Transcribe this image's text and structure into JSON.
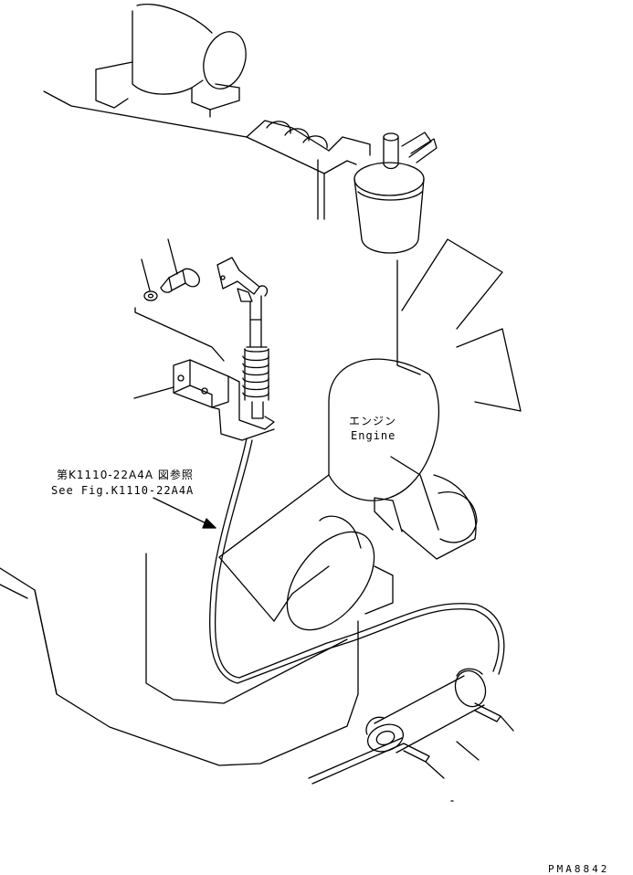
{
  "labels": {
    "engine_jp": "エンジン",
    "engine_en": "Engine",
    "reference_jp": "第K1110-22A4A 図参照",
    "reference_en": "See Fig.K1110-22A4A",
    "drawing_number": "PMA8842"
  },
  "colors": {
    "line": "#000000",
    "background": "#ffffff"
  }
}
